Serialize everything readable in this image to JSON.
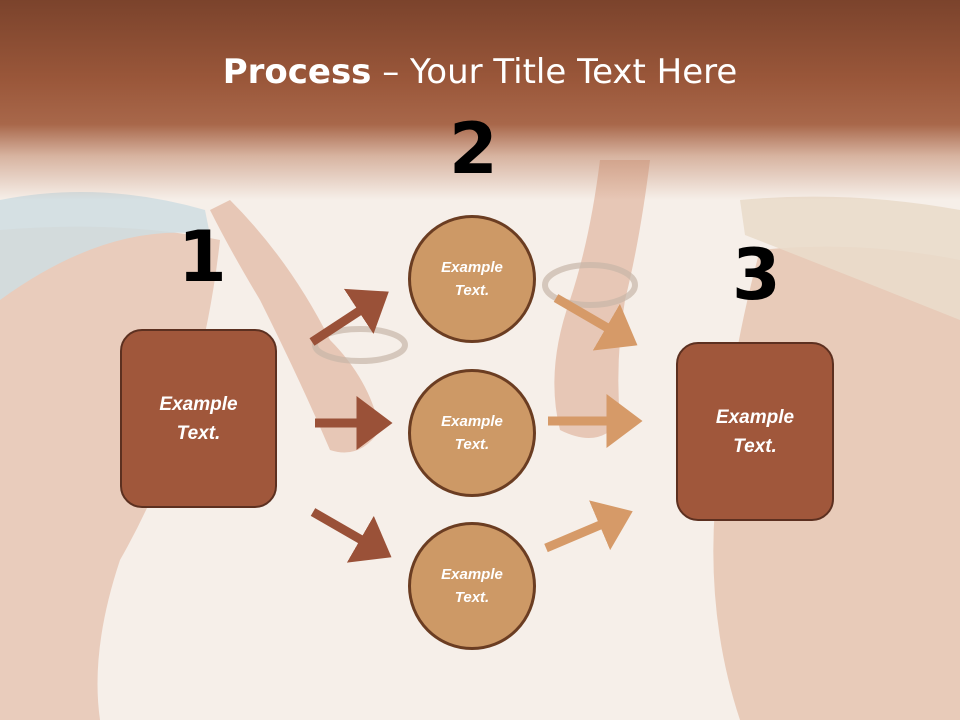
{
  "title": {
    "bold": "Process",
    "rest": " – Your Title Text Here"
  },
  "steps": {
    "one": "1",
    "two": "2",
    "three": "3"
  },
  "left_box": {
    "line1": "Example",
    "line2": "Text."
  },
  "right_box": {
    "line1": "Example",
    "line2": "Text."
  },
  "circles": [
    {
      "line1": "Example",
      "line2": "Text."
    },
    {
      "line1": "Example",
      "line2": "Text."
    },
    {
      "line1": "Example",
      "line2": "Text."
    }
  ],
  "colors": {
    "title_bar": "#9a573a",
    "box": "#a0573b",
    "circle": "#cd9966",
    "arrow_dark": "#9a5138",
    "arrow_light": "#d69a68"
  }
}
